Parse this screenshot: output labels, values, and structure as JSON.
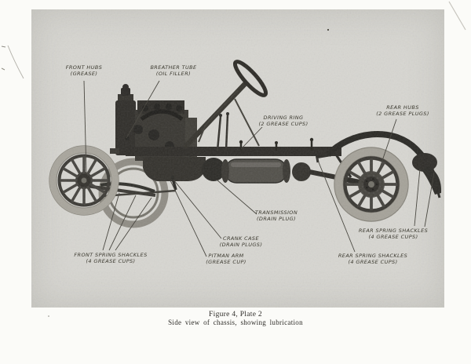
{
  "plate": {
    "caption_title": "Figure 4, Plate 2",
    "caption_subtitle": "Side view of chassis, showing lubrication"
  },
  "annotations": {
    "front_hubs": {
      "line1": "FRONT HUBS",
      "line2": "(GREASE)"
    },
    "breather_tube": {
      "line1": "BREATHER TUBE",
      "line2": "(OIL FILLER)"
    },
    "driving_ring": {
      "line1": "DRIVING RING",
      "line2": "(2 GREASE CUPS)"
    },
    "rear_hubs": {
      "line1": "REAR HUBS",
      "line2": "(2 GREASE PLUGS)"
    },
    "transmission": {
      "line1": "TRANSMISSION",
      "line2": "(DRAIN PLUG)"
    },
    "crank_case": {
      "line1": "CRANK CASE",
      "line2": "(DRAIN PLUGS)"
    },
    "pitman_arm": {
      "line1": "PITMAN ARM",
      "line2": "(GREASE CUP)"
    },
    "front_spring_shackles": {
      "line1": "FRONT SPRING SHACKLES",
      "line2": "(4 GREASE CUPS)"
    },
    "rear_spring_shackles_rear": {
      "line1": "REAR SPRING SHACKLES",
      "line2": "(4 GREASE CUPS)"
    },
    "rear_spring_shackles_front": {
      "line1": "REAR SPRING SHACKLES",
      "line2": "(4 GREASE CUPS)"
    }
  },
  "colors": {
    "page_background": "#fbfbf8",
    "plate_background": "#d7d6d1",
    "ink": "#3b392f"
  }
}
